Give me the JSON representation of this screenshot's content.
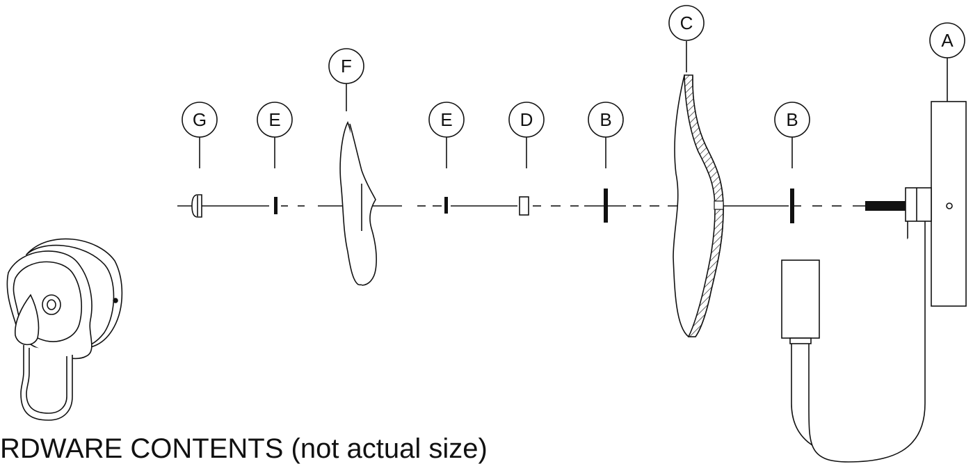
{
  "callouts": {
    "a": "A",
    "b1": "B",
    "b2": "B",
    "c": "C",
    "d": "D",
    "e1": "E",
    "e2": "E",
    "f": "F",
    "g": "G"
  },
  "footer": {
    "title": "RDWARE CONTENTS (not actual size)"
  }
}
